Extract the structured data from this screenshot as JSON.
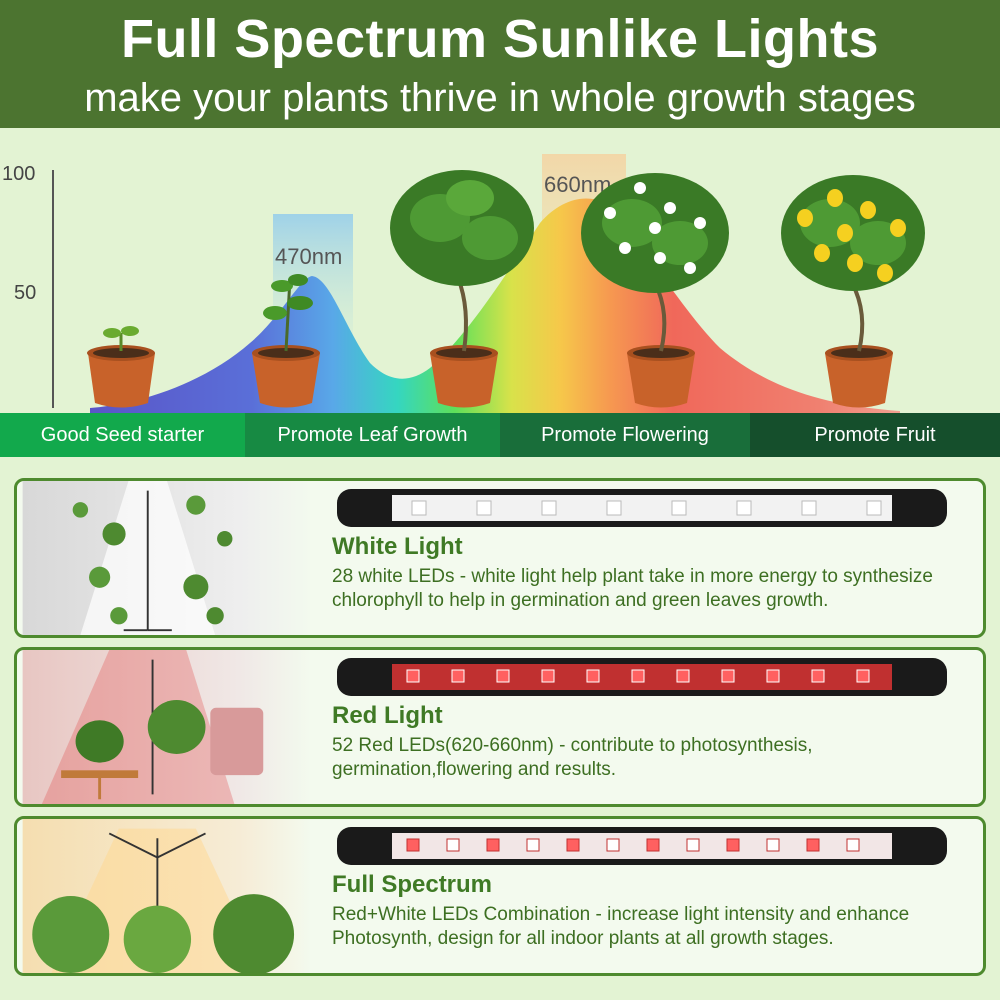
{
  "header": {
    "title": "Full Spectrum Sunlike Lights",
    "subtitle": "make your plants thrive in whole growth stages"
  },
  "chart": {
    "y_ticks": [
      "100",
      "50"
    ],
    "peak_blue": "470nm",
    "peak_red": "660nm"
  },
  "stages": [
    {
      "label": "Good Seed starter",
      "color": "#12a94c"
    },
    {
      "label": "Promote Leaf Growth",
      "color": "#178a43"
    },
    {
      "label": "Promote Flowering",
      "color": "#196e3a"
    },
    {
      "label": "Promote Fruit",
      "color": "#154f2c"
    }
  ],
  "lights": [
    {
      "heading": "White Light",
      "description": "28 white LEDs - white light help plant take in more energy to synthesize chlorophyll to help in germination and green leaves growth."
    },
    {
      "heading": "Red Light",
      "description": "52 Red LEDs(620-660nm) - contribute to photosynthesis, germination,flowering and results."
    },
    {
      "heading": "Full Spectrum",
      "description": "Red+White LEDs Combination - increase light intensity and enhance Photosynth, design for all indoor plants at all growth stages."
    }
  ],
  "colors": {
    "header_bg": "#4c7430",
    "page_bg": "#e3f3d3",
    "heading_green": "#3f7a25",
    "card_border": "#4e8a2e"
  }
}
